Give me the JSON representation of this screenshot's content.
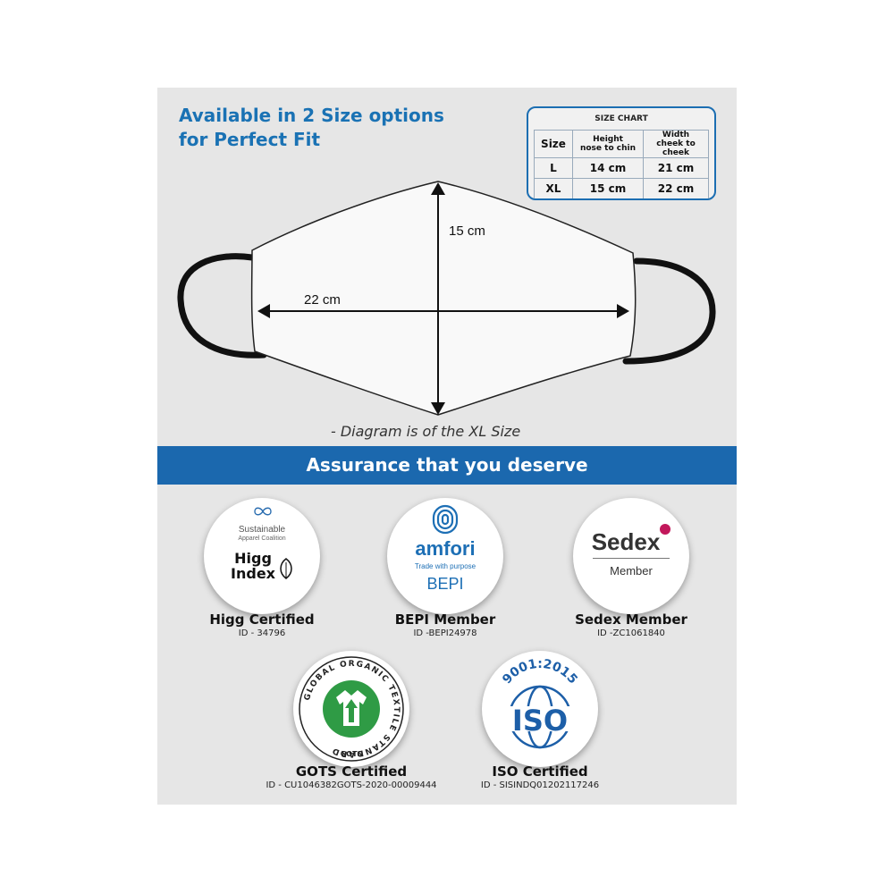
{
  "headline": {
    "line1": "Available in 2 Size options",
    "line2": "for Perfect Fit"
  },
  "size_chart": {
    "title": "SIZE CHART",
    "headers": {
      "size": "Size",
      "height_line1": "Height",
      "height_line2": "nose to chin",
      "width_line1": "Width",
      "width_line2": "cheek to cheek"
    },
    "rows": [
      {
        "size": "L",
        "height": "14 cm",
        "width": "21 cm"
      },
      {
        "size": "XL",
        "height": "15 cm",
        "width": "22 cm"
      }
    ]
  },
  "diagram": {
    "height_label": "15 cm",
    "width_label": "22 cm",
    "note": "- Diagram is of the XL Size"
  },
  "banner": "Assurance that you deserve",
  "badges": [
    {
      "name": "Higg Certified",
      "id": "ID - 34796",
      "logo": {
        "line1": "Sustainable",
        "line2": "Apparel Coalition",
        "word1": "Higg",
        "word2": "Index"
      },
      "icon": "leaf-icon"
    },
    {
      "name": "BEPI Member",
      "id": "ID -BEPI24978",
      "logo": {
        "brand": "amfori",
        "tagline": "Trade with purpose",
        "program": "BEPI"
      },
      "icon": "amfori-loop-icon"
    },
    {
      "name": "Sedex Member",
      "id": "ID -ZC1061840",
      "logo": {
        "brand": "Sedex",
        "sub": "Member"
      },
      "icon": "sedex-dot-icon"
    },
    {
      "name": "GOTS Certified",
      "id": "ID - CU1046382GOTS-2020-00009444",
      "logo": {
        "ring": "GLOBAL ORGANIC TEXTILE STANDARD",
        "abbr": "GOTS"
      },
      "icon": "gots-shirt-icon"
    },
    {
      "name": "ISO Certified",
      "id": "ID - SISINDQ01202117246",
      "logo": {
        "standard": "9001:2015",
        "word": "ISO"
      },
      "icon": "globe-icon"
    }
  ],
  "colors": {
    "accent_blue": "#1b68ae",
    "panel_gray": "#e6e6e6",
    "gots_green": "#2f9b45",
    "sedex_magenta": "#c2185b"
  }
}
